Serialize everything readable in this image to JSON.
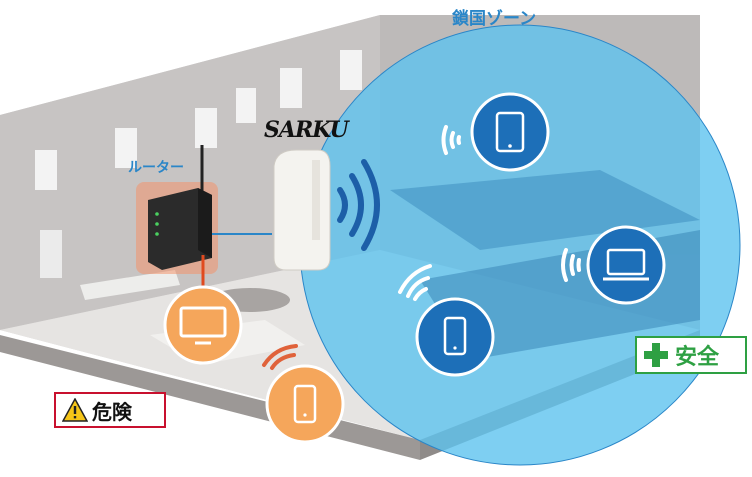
{
  "zone_title": "鎖国ゾーン",
  "router_label": "ルーター",
  "brand_logo": "SARKU",
  "danger_label": "危険",
  "safe_label": "安全",
  "icons": {
    "connected_devices": [
      "tablet-icon",
      "laptop-icon",
      "smartphone-icon"
    ],
    "exposed_devices": [
      "tv-icon",
      "smartphone-icon"
    ]
  },
  "colors": {
    "zone": "#5ec3ef",
    "connected_device": "#1d6fb8",
    "exposed_device": "#f5a65b",
    "danger": "#c8102e",
    "safe": "#2ea043",
    "signal": "#1d5fa8"
  }
}
